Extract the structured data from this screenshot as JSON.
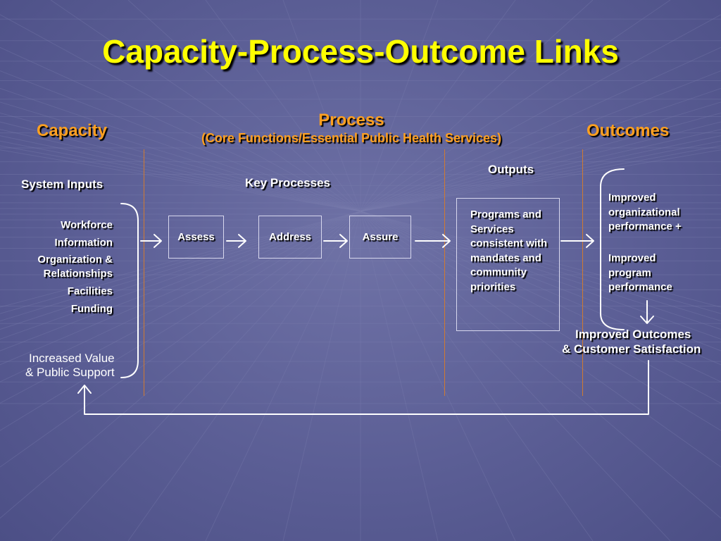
{
  "title": "Capacity-Process-Outcome Links",
  "headers": {
    "capacity": "Capacity",
    "process": "Process",
    "process_sub": "(Core Functions/Essential Public Health Services)",
    "outcomes": "Outcomes"
  },
  "capacity": {
    "system_inputs": "System Inputs",
    "inputs": [
      "Workforce",
      "Information",
      "Organization &",
      "Relationships",
      "Facilities",
      "Funding"
    ],
    "feedback_line1": "Increased Value",
    "feedback_line2": "& Public Support"
  },
  "process": {
    "key_processes": "Key Processes",
    "steps": [
      "Assess",
      "Address",
      "Assure"
    ],
    "outputs_label": "Outputs",
    "outputs_text": "Programs and Services consistent with mandates and community priorities"
  },
  "outcomes": {
    "item1": "Improved organizational performance +",
    "item2": "Improved program performance",
    "final_line1": "Improved Outcomes",
    "final_line2": "& Customer Satisfaction"
  },
  "colors": {
    "title": "#ffff00",
    "section_header": "#ffa020",
    "divider": "#d07a30",
    "background": "#5b5e95"
  }
}
